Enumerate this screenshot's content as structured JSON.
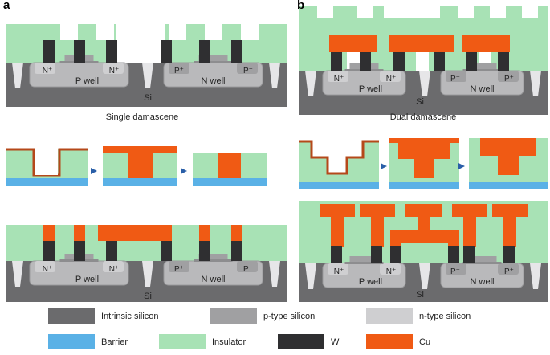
{
  "panels": {
    "a": "a",
    "b": "b"
  },
  "captions": {
    "single": "Single damascene",
    "dual": "Dual damascene"
  },
  "labels": {
    "n_plus": "N⁺",
    "p_plus": "P⁺",
    "p_well": "P well",
    "n_well": "N well",
    "si": "Si"
  },
  "legend": [
    {
      "label": "Intrinsic silicon",
      "color": "#6b6b6d"
    },
    {
      "label": "p-type silicon",
      "color": "#a0a0a2"
    },
    {
      "label": "n-type silicon",
      "color": "#cfcfd1"
    },
    {
      "label": "Barrier",
      "color": "#5ab1e6"
    },
    {
      "label": "Insulator",
      "color": "#a8e2b5"
    },
    {
      "label": "W",
      "color": "#2f2f31"
    },
    {
      "label": "Cu",
      "color": "#f05a14"
    }
  ],
  "colors": {
    "intrinsic": "#6b6b6d",
    "ptype": "#a0a0a2",
    "ntype": "#cfcfd1",
    "barrier": "#5ab1e6",
    "insulator": "#a8e2b5",
    "w": "#2f2f31",
    "cu": "#f05a14",
    "well": "#b9b9bb",
    "arrow": "#2a5fa8"
  }
}
